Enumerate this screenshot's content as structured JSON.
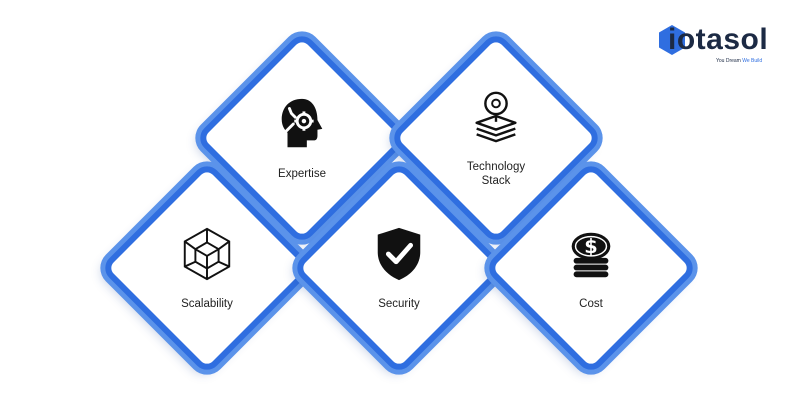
{
  "logo": {
    "brand": "iotasol",
    "tagline_a": "You Dream",
    "tagline_b": "We Build",
    "brand_color": "#1c2a44",
    "accent_color": "#2f6ee0"
  },
  "diagram": {
    "nodes": [
      {
        "id": "expertise",
        "label": "Expertise",
        "icon": "head-gear-wrench-icon"
      },
      {
        "id": "technology-stack",
        "label": "Technology\nStack",
        "icon": "lightbulb-layers-icon"
      },
      {
        "id": "scalability",
        "label": "Scalability",
        "icon": "expanding-cube-icon"
      },
      {
        "id": "security",
        "label": "Security",
        "icon": "shield-check-icon"
      },
      {
        "id": "cost",
        "label": "Cost",
        "icon": "coin-stack-dollar-icon"
      }
    ],
    "colors": {
      "border": "#2f6ee0",
      "glow": "#5b93ea",
      "connector": "#5b93ea"
    }
  }
}
